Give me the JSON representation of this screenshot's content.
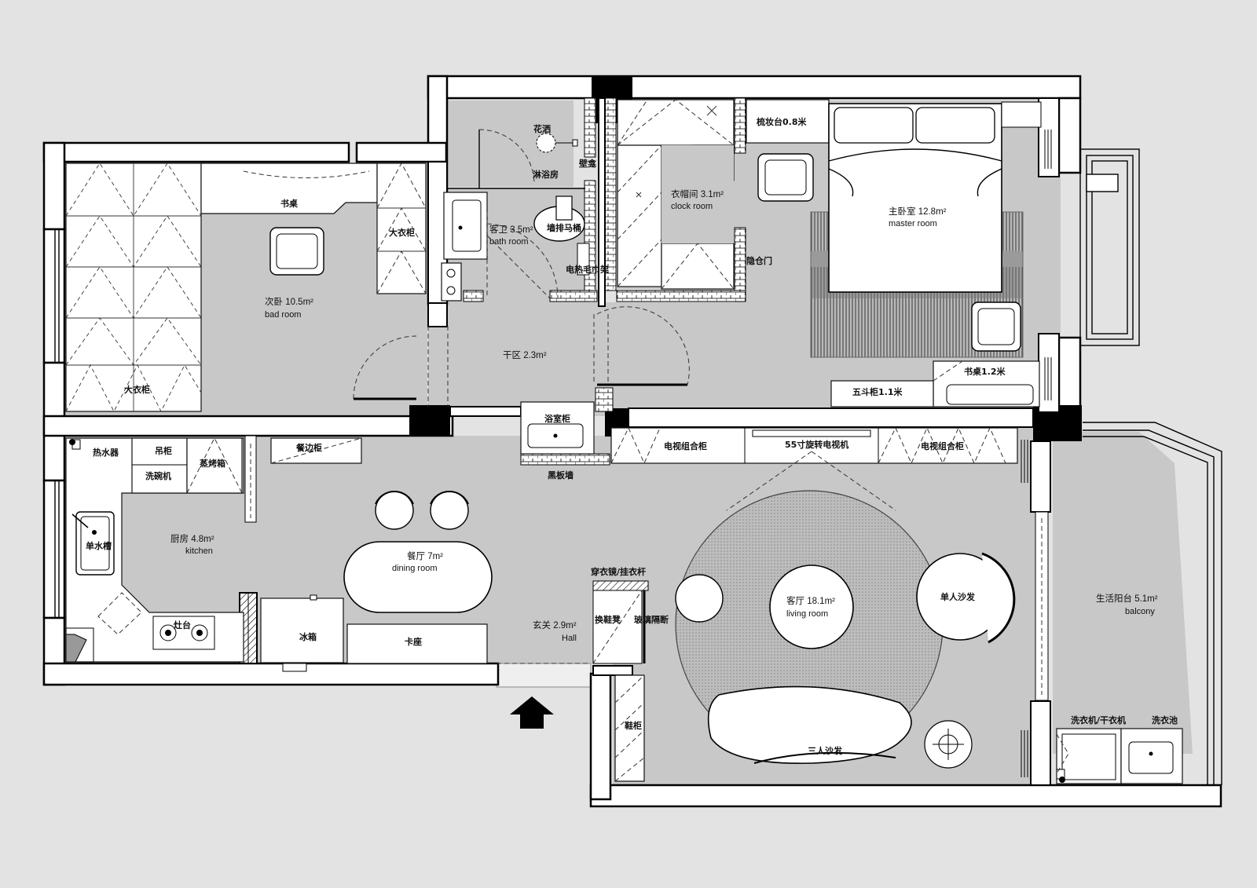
{
  "rooms": {
    "second_bedroom": {
      "name_cn": "次卧 10.5m²",
      "name_en": "bad room"
    },
    "cloakroom": {
      "name_cn": "衣帽间 3.1m²",
      "name_en": "clock room"
    },
    "master": {
      "name_cn": "主卧室 12.8m²",
      "name_en": "master room"
    },
    "bath": {
      "name_cn": "客卫 3.5m²",
      "name_en": "bath room"
    },
    "dry_zone": {
      "name_cn": "干区 2.3m²"
    },
    "kitchen": {
      "name_cn": "厨房 4.8m²",
      "name_en": "kitchen"
    },
    "dining": {
      "name_cn": "餐厅 7m²",
      "name_en": "dining room"
    },
    "living": {
      "name_cn": "客厅 18.1m²",
      "name_en": "living room"
    },
    "hall": {
      "name_cn": "玄关 2.9m²",
      "name_en": "Hall"
    },
    "balcony": {
      "name_cn": "生活阳台 5.1m²",
      "name_en": "balcony"
    }
  },
  "fixtures": {
    "shower_head": "花洒",
    "shower_room": "淋浴房",
    "wall_niche": "壁龛",
    "wall_toilet": "墙排马桶",
    "towel_rack": "电热毛巾架",
    "vanity": "梳妆台0.8米",
    "hidden_door": "隐仓门",
    "desk_second": "书桌",
    "big_wardrobe": "大衣柜",
    "wardrobe": "大衣柜",
    "desk_master": "书桌1.2米",
    "chest_drawers": "五斗柜1.1米",
    "water_heater": "热水器",
    "wall_cabinet": "吊柜",
    "oven": "蒸烤箱",
    "dishwasher": "洗碗机",
    "single_sink": "单水槽",
    "stove": "灶台",
    "sideboard": "餐边柜",
    "fridge": "冰箱",
    "booth": "卡座",
    "bath_cabinet": "浴室柜",
    "blackboard": "黑板墙",
    "tv_cabinet_left": "电视组合柜",
    "tv_cabinet_right": "电视组合柜",
    "tv": "55寸旋转电视机",
    "mirror": "穿衣镜/挂衣杆",
    "shoe_bench": "换鞋凳",
    "glass_partition": "玻璃隔断",
    "shoe_cabinet": "鞋柜",
    "single_sofa": "单人沙发",
    "three_sofa": "三人沙发",
    "washer": "洗衣机/干衣机",
    "laundry_sink": "洗衣池"
  }
}
